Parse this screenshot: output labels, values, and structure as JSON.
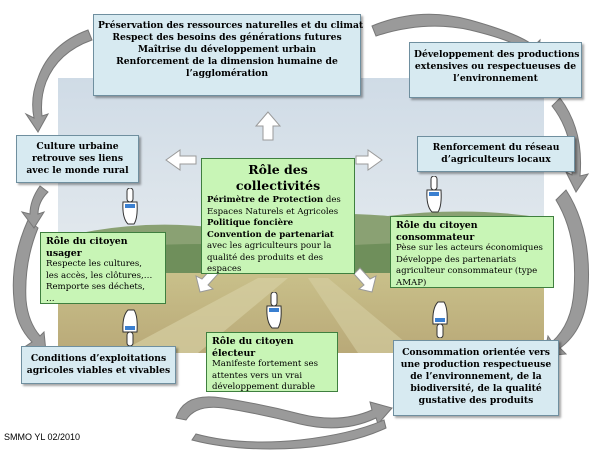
{
  "boxes": {
    "preservation": [
      "Préservation des ressources naturelles et du climat",
      "Respect des besoins des générations futures",
      "Maîtrise du développement urbain",
      "Renforcement de la dimension humaine de",
      "l’agglomération"
    ],
    "developpement": [
      "Développement des productions",
      "extensives ou respectueuses de",
      "l’environnement"
    ],
    "culture_urbaine": [
      "Culture urbaine",
      "retrouve ses liens",
      "avec le monde rural"
    ],
    "renforcement_reseau": [
      "Renforcement du réseau",
      "d’agriculteurs locaux"
    ],
    "conditions": [
      "Conditions d’exploitations",
      "agricoles viables et vivables"
    ],
    "consommation": [
      "Consommation orientée vers",
      "une production respectueuse",
      "de l’environnement, de la",
      "biodiversité, de la qualité",
      "gustative des produits"
    ]
  },
  "collectivites": {
    "title": "Rôle des collectivités",
    "l1_bold": "Périmètre de Protection",
    "l1_rest": " des",
    "l2": "Espaces Naturels et Agricoles",
    "l3": "Politique foncière",
    "l4": "Convention de partenariat",
    "l5": "avec les agriculteurs pour la",
    "l6": "qualité des produits et des",
    "l7": "espaces"
  },
  "usager": {
    "title": "Rôle du citoyen usager",
    "lines": [
      "Respecte les cultures,",
      "les accès, les clôtures,…",
      "Remporte ses déchets,",
      "…"
    ]
  },
  "consommateur": {
    "title": "Rôle du citoyen consommateur",
    "lines": [
      "Pèse sur les acteurs économiques",
      "Développe des partenariats",
      "agriculteur consommateur (type",
      "AMAP)"
    ]
  },
  "electeur": {
    "title": "Rôle du citoyen électeur",
    "lines": [
      "Manifeste fortement ses",
      "attentes vers un vrai",
      "développement durable"
    ]
  },
  "credit": "SMMO YL 02/2010",
  "colors": {
    "blue_box": "#d7eaf1",
    "green_box": "#c8f5b6",
    "cycle_arrow": "#8a8a8a"
  },
  "icons": [
    "pointing-hand-icon",
    "outline-arrow-icon",
    "circular-arrow-icon"
  ]
}
